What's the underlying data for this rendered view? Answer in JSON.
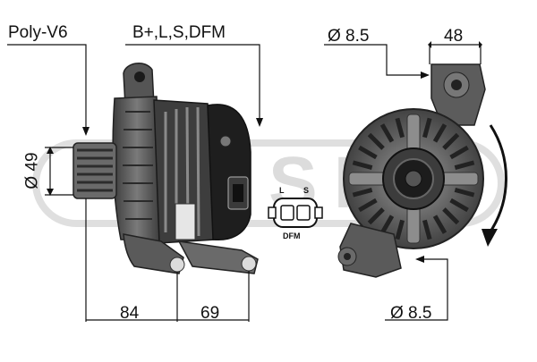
{
  "watermark": {
    "text": "MESM",
    "color": "#d9d9d9"
  },
  "callouts": {
    "pulley": "Poly-V6",
    "terminals": "B+,L,S,DFM",
    "pulley_diameter": "Ø 49",
    "mount_hole_top": "Ø 8.5",
    "mount_width": "48",
    "mount_hole_bottom": "Ø 8.5",
    "dim_a": "84",
    "dim_b": "69"
  },
  "connector": {
    "left_pin": "L",
    "right_pin": "S",
    "name": "DFM"
  },
  "rotation": {
    "direction": "clockwise",
    "icon": "rotation-arrow-icon"
  },
  "colors": {
    "body": "#5f5f5f",
    "body_dark": "#2b2b2b",
    "body_light": "#8a8a8a",
    "line": "#111111"
  }
}
